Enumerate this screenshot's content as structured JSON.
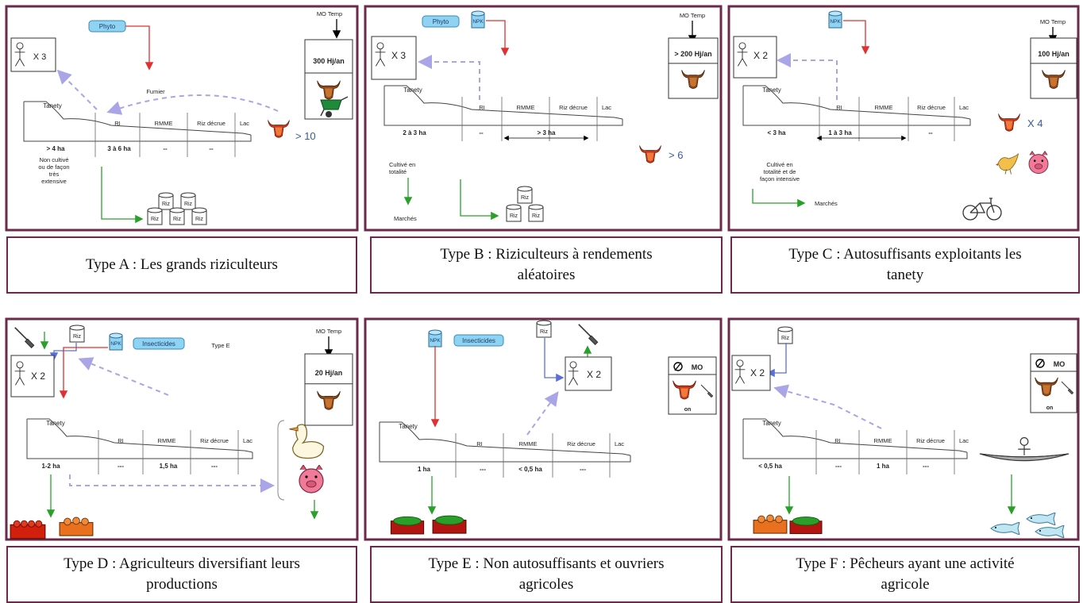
{
  "panels": [
    {
      "caption": "Type A : Les grands riziculteurs",
      "inputs": [
        {
          "label": "Phyto",
          "kind": "pill"
        }
      ],
      "household": "X 3",
      "labor": {
        "header": "MO Temp",
        "value": "300 Hj/an"
      },
      "slope": {
        "tanety": "Tanety",
        "zones": [
          "RI",
          "RMME",
          "Riz décrue",
          "Lac"
        ]
      },
      "areas": [
        "> 4 ha",
        "3 à 6 ha",
        "--",
        "--"
      ],
      "note": "Non cultivé\nou de façon\ntrès\nextensive",
      "fumier": "Fumier",
      "cattle_count": "> 10",
      "stock": [
        "Riz",
        "Riz",
        "Riz",
        "Riz",
        "Riz"
      ]
    },
    {
      "caption": "Type B : Riziculteurs à rendements\naléatoires",
      "inputs": [
        {
          "label": "Phyto",
          "kind": "pill"
        },
        {
          "label": "NPK",
          "kind": "drum"
        }
      ],
      "household": "X 3",
      "labor": {
        "header": "MO Temp",
        "value": "> 200 Hj/an"
      },
      "slope": {
        "tanety": "Tanety",
        "zones": [
          "RI",
          "RMME",
          "Riz décrue",
          "Lac"
        ]
      },
      "areas": [
        "2 à 3 ha",
        "--",
        "> 3 ha"
      ],
      "note": "Cultivé en\ntotalité",
      "market": "Marchés",
      "cattle_count": "> 6",
      "stock": [
        "Riz",
        "Riz",
        "Riz"
      ]
    },
    {
      "caption": "Type C : Autosuffisants exploitants les\ntanety",
      "inputs": [
        {
          "label": "NPK",
          "kind": "drum"
        }
      ],
      "household": "X 2",
      "labor": {
        "header": "MO Temp",
        "value": "100 Hj/an"
      },
      "slope": {
        "tanety": "Tanety",
        "zones": [
          "RI",
          "RMME",
          "Riz décrue",
          "Lac"
        ]
      },
      "areas": [
        "< 3 ha",
        "1 à 3 ha",
        "--"
      ],
      "note": "Cultivé en\ntotalité et de\nfaçon intensive",
      "market": "Marchés",
      "cattle_count": "X 4"
    },
    {
      "caption": "Type D : Agriculteurs diversifiant leurs\nproductions",
      "inputs": [
        {
          "label": "NPK",
          "kind": "drum"
        },
        {
          "label": "Insecticides",
          "kind": "pill"
        }
      ],
      "rice_input": "Riz",
      "type_tag": "Type E",
      "household": "X 2",
      "labor": {
        "header": "MO Temp",
        "value": "20 Hj/an"
      },
      "slope": {
        "tanety": "Tanety",
        "zones": [
          "RI",
          "RMME",
          "Riz décrue",
          "Lac"
        ]
      },
      "areas": [
        "1-2 ha",
        "---",
        "1,5 ha",
        "---"
      ]
    },
    {
      "caption": "Type E : Non autosuffisants et ouvriers\nagricoles",
      "inputs": [
        {
          "label": "NPK",
          "kind": "drum"
        },
        {
          "label": "Insecticides",
          "kind": "pill"
        }
      ],
      "rice_input": "Riz",
      "household": "X 2",
      "labor": {
        "header": "MO",
        "value": "",
        "note": "on"
      },
      "slope": {
        "tanety": "Tanety",
        "zones": [
          "RI",
          "RMME",
          "Riz décrue",
          "Lac"
        ]
      },
      "areas": [
        "1 ha",
        "---",
        "< 0,5 ha",
        "---"
      ]
    },
    {
      "caption": "Type F : Pêcheurs ayant une activité\nagricole",
      "rice_input": "Riz",
      "household": "X 2",
      "labor": {
        "header": "MO",
        "value": "",
        "note": "on"
      },
      "slope": {
        "tanety": "Tanety",
        "zones": [
          "RI",
          "RMME",
          "Riz décrue",
          "Lac"
        ]
      },
      "areas": [
        "< 0,5 ha",
        "---",
        "1 ha",
        "---"
      ]
    }
  ]
}
